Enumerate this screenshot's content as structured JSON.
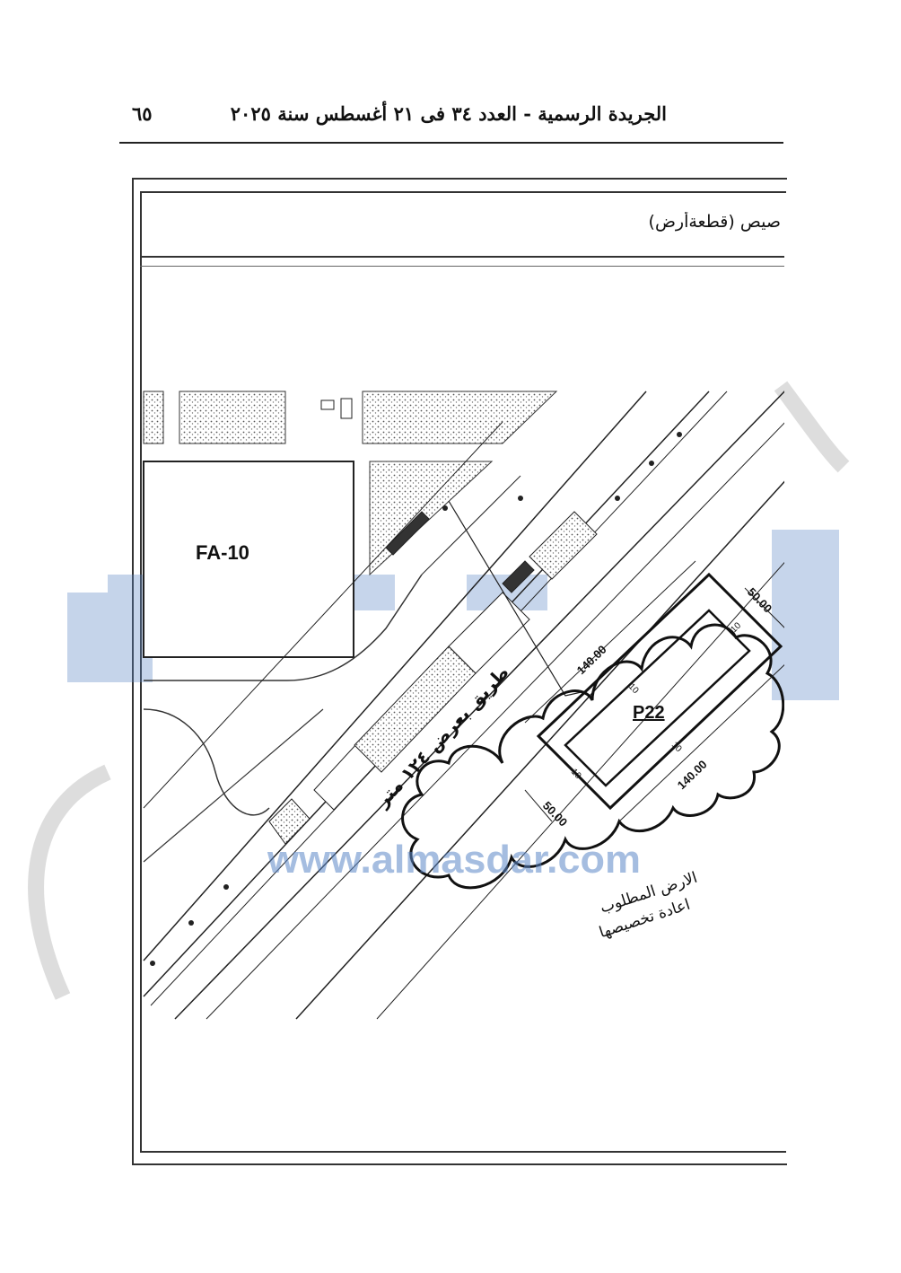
{
  "header": {
    "title": "الجريدة الرسمية - العدد ٣٤ فى ٢١ أغسطس سنة ٢٠٢٥",
    "page_number": "٦٥"
  },
  "map": {
    "caption": "صيص (قطعةأرض)",
    "plot_fa10": "FA-10",
    "plot_p22": "P22",
    "road_label": "طريق بعرض ١٢٤ متر",
    "dim_long": "140.00",
    "dim_short": "50.00",
    "dim_setback": "10",
    "note_line1": "الارض المطلوب",
    "note_line2": "اعادة تخصيصها"
  },
  "watermark": {
    "text": "www.almasdar.com",
    "color": "#5b86c6"
  }
}
